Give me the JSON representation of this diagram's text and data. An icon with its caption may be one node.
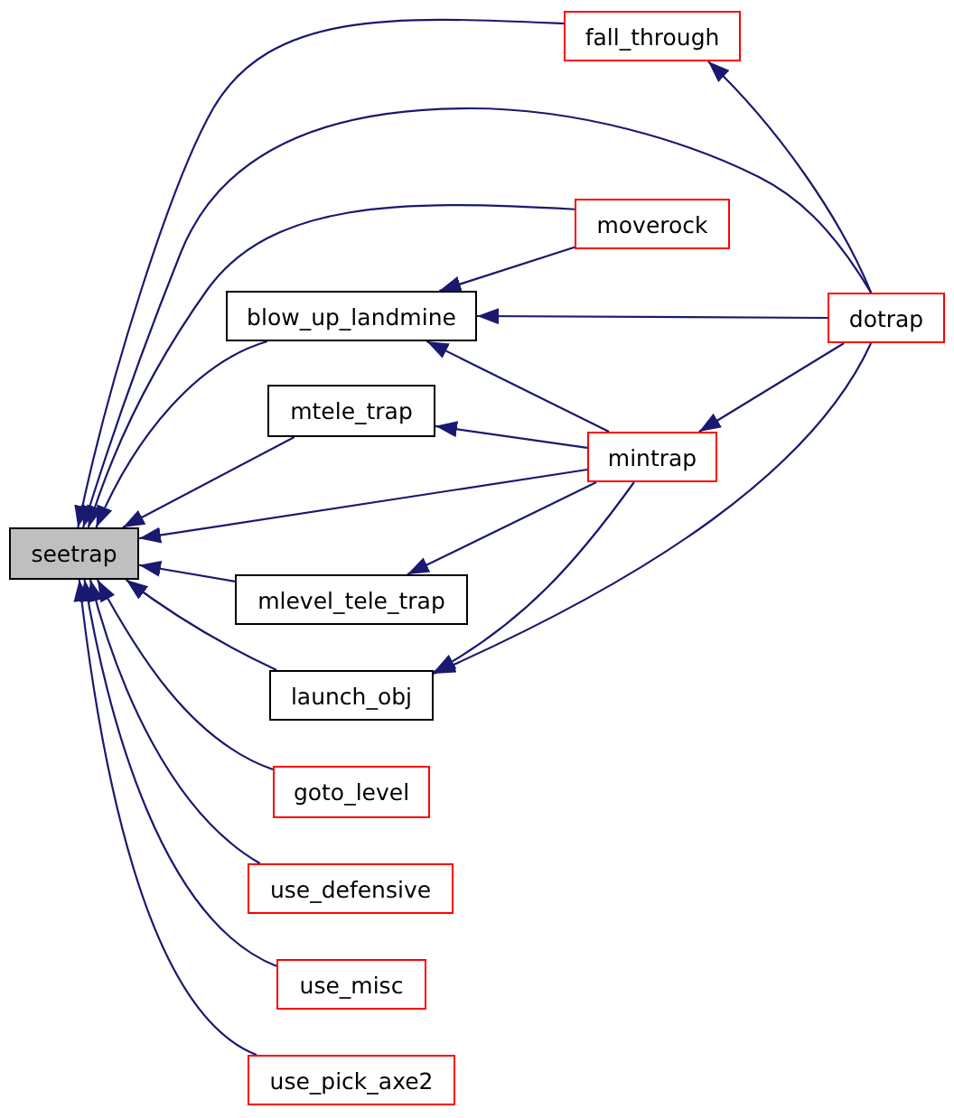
{
  "diagram": {
    "nodes": [
      {
        "text": [
          "seetrap"
        ]
      },
      {
        "text": [
          "fall_through"
        ]
      },
      {
        "text": [
          "moverock"
        ]
      },
      {
        "text": [
          "blow_up_landmine"
        ]
      },
      {
        "text": [
          "dotrap"
        ]
      },
      {
        "text": [
          "mtele_trap"
        ]
      },
      {
        "text": [
          "mintrap"
        ]
      },
      {
        "text": [
          "mlevel_tele_trap"
        ]
      },
      {
        "text": [
          "launch_obj"
        ]
      },
      {
        "text": [
          "goto_level"
        ]
      },
      {
        "text": [
          "use_defensive"
        ]
      },
      {
        "text": [
          "use_misc"
        ]
      },
      {
        "text": [
          "use_pick_axe2"
        ]
      }
    ],
    "edges": [
      {
        "from": 1,
        "to": 0,
        "arrow": "to"
      },
      {
        "from": 4,
        "to": 0,
        "arrow": "to"
      },
      {
        "from": 2,
        "to": 0,
        "arrow": "to"
      },
      {
        "from": 3,
        "to": 0,
        "arrow": "to"
      },
      {
        "from": 5,
        "to": 0,
        "arrow": "to"
      },
      {
        "from": 6,
        "to": 0,
        "arrow": "to"
      },
      {
        "from": 7,
        "to": 0,
        "arrow": "to"
      },
      {
        "from": 8,
        "to": 0,
        "arrow": "to"
      },
      {
        "from": 9,
        "to": 0,
        "arrow": "to"
      },
      {
        "from": 10,
        "to": 0,
        "arrow": "to"
      },
      {
        "from": 11,
        "to": 0,
        "arrow": "to"
      },
      {
        "from": 12,
        "to": 0,
        "arrow": "to"
      },
      {
        "from": 4,
        "to": 1,
        "arrow": "to"
      },
      {
        "from": 2,
        "to": 3,
        "arrow": "to"
      },
      {
        "from": 4,
        "to": 3,
        "arrow": "to"
      },
      {
        "from": 6,
        "to": 3,
        "arrow": "to"
      },
      {
        "from": 6,
        "to": 5,
        "arrow": "to"
      },
      {
        "from": 4,
        "to": 6,
        "arrow": "to"
      },
      {
        "from": 6,
        "to": 7,
        "arrow": "to"
      },
      {
        "from": 6,
        "to": 8,
        "arrow": "to"
      },
      {
        "from": 4,
        "to": 8,
        "arrow": "to"
      }
    ]
  }
}
